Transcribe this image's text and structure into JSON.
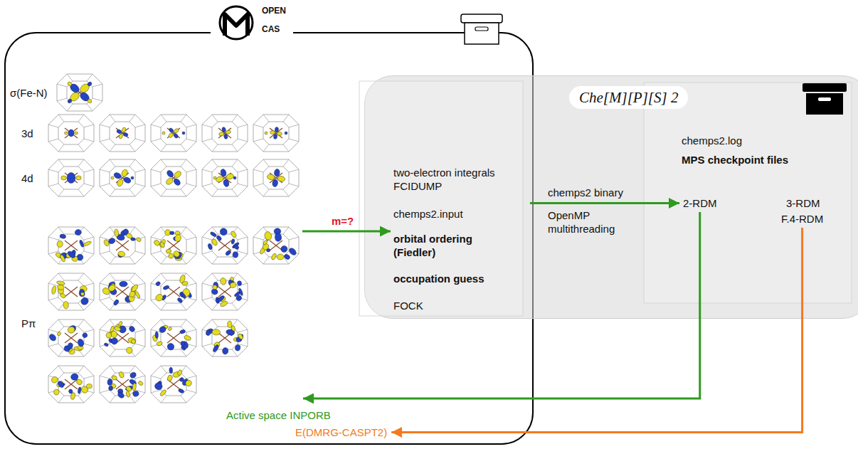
{
  "diagram": {
    "nodes": [
      {
        "text": [
          "OPEN CAS"
        ]
      },
      {
        "text": [
          "σ(Fe-N)",
          "3d",
          "4d",
          "Pπ"
        ],
        "in": 0
      },
      {
        "text": [
          "Che[M][P][S] 2"
        ]
      },
      {
        "text": [
          "two-electron integrals FCIDUMP",
          "chemps2.input",
          "orbital ordering (Fiedler)",
          "occupation guess",
          "FOCK"
        ],
        "in": 2
      },
      {
        "text": [
          "chemps2.log",
          "MPS checkpoint files"
        ],
        "in": 2
      },
      {
        "text": [
          "2-RDM"
        ],
        "in": 2
      },
      {
        "text": [
          "3-RDM"
        ],
        "in": 2
      },
      {
        "text": [
          "F.4-RDM"
        ],
        "in": 2
      },
      {
        "text": [
          "E(DMRG-CASPT2)"
        ],
        "in": 0
      }
    ],
    "edges": [
      {
        "from": 1,
        "to": 3,
        "arrow": "to",
        "label": "m=?"
      },
      {
        "from": 3,
        "to": 5,
        "arrow": "to",
        "label": "chemps2 binary"
      },
      {
        "from": 5,
        "to": 1,
        "arrow": "to",
        "label": "Active space INPORB"
      },
      {
        "from": 7,
        "to": 8,
        "arrow": "to"
      }
    ],
    "labels": [
      "OpenMP multithreading"
    ]
  }
}
